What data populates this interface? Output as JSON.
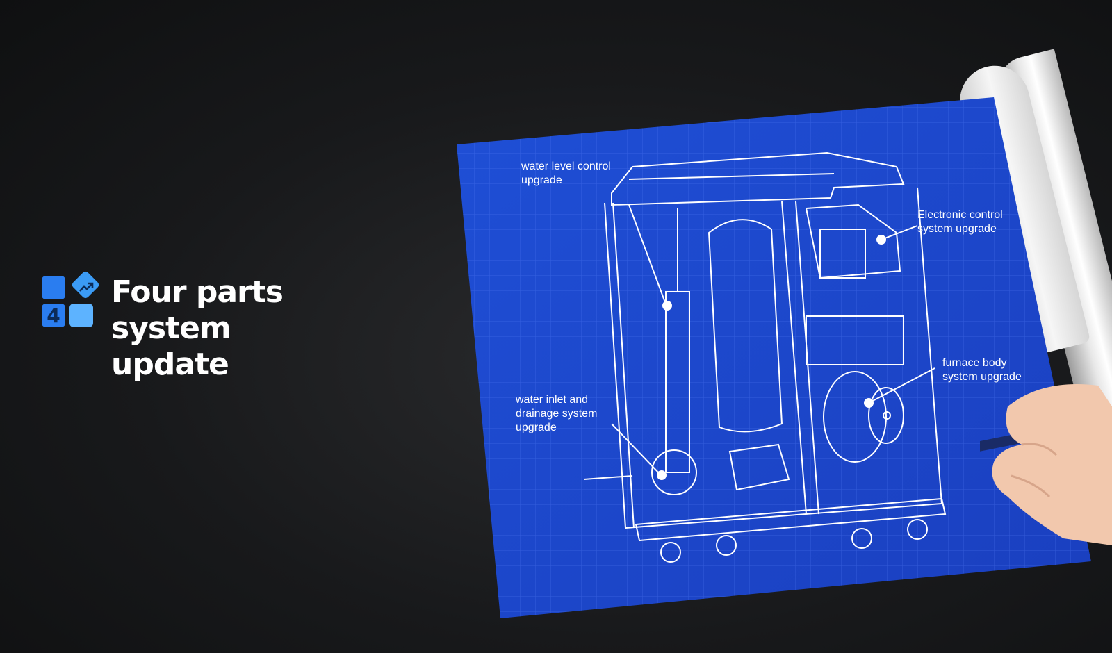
{
  "headline": {
    "logo_digit": "4",
    "title_line1": "Four parts system",
    "title_line2": "update"
  },
  "callouts": {
    "water_level": "water level control\n upgrade",
    "electronic": "Electronic control\nsystem upgrade",
    "furnace": "furnace body\nsystem upgrade",
    "water_inlet": "water inlet and\ndrainage system\nupgrade"
  },
  "colors": {
    "blueprint": "#1d48c9",
    "accent": "#2a7df0",
    "background": "#141517"
  },
  "icons": {
    "logo": "four-squares-trend-icon",
    "hand": "hand-with-pencil-icon"
  }
}
